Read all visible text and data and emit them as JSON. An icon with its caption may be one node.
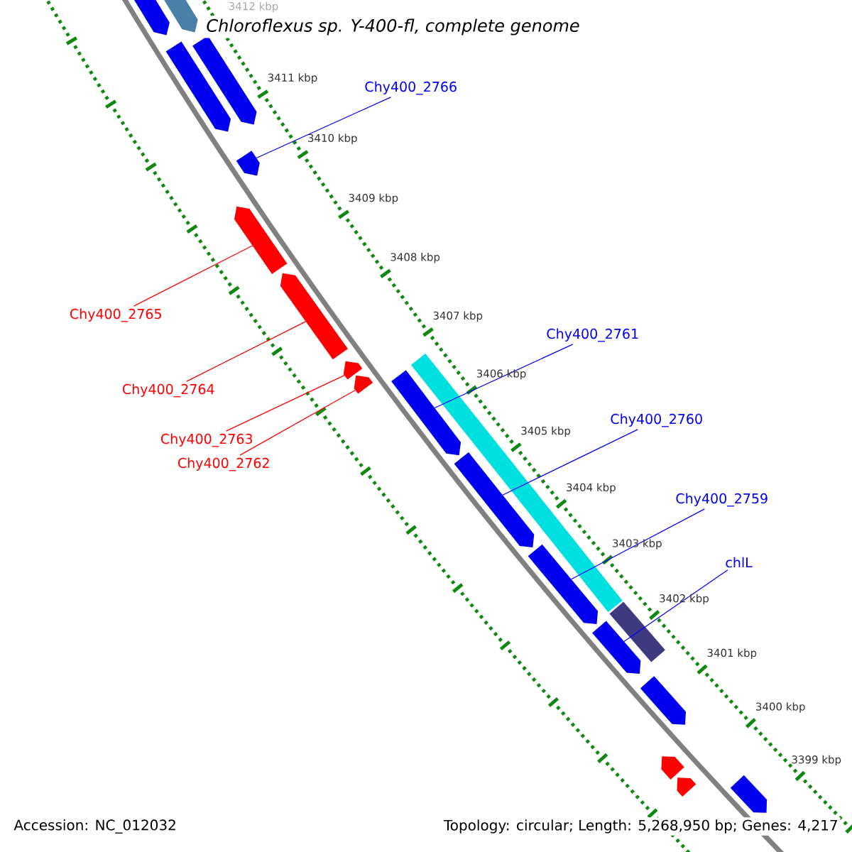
{
  "diagram": {
    "title": "Chloroflexus sp. Y-400-fl, complete genome",
    "nodes": [
      {
        "text": [
          "Chy400_2766"
        ]
      },
      {
        "text": [
          "Chy400_2765"
        ]
      },
      {
        "text": [
          "Chy400_2764"
        ]
      },
      {
        "text": [
          "Chy400_2763"
        ]
      },
      {
        "text": [
          "Chy400_2762"
        ]
      },
      {
        "text": [
          "Chy400_2761"
        ]
      },
      {
        "text": [
          "Chy400_2760"
        ]
      },
      {
        "text": [
          "Chy400_2759"
        ]
      },
      {
        "text": [
          "chlL"
        ]
      },
      {
        "text": [],
        "shape": "arrow"
      },
      {
        "text": [],
        "shape": "arrow"
      },
      {
        "text": [],
        "shape": "arrow"
      },
      {
        "text": [],
        "shape": "arrow"
      },
      {
        "text": [],
        "shape": "arrow"
      },
      {
        "text": [],
        "shape": "arrow"
      },
      {
        "text": [],
        "shape": "arrow"
      },
      {
        "text": [],
        "shape": "bar"
      },
      {
        "text": [],
        "shape": "arrow"
      },
      {
        "text": [],
        "shape": "arrow"
      },
      {
        "text": [],
        "shape": "arrow"
      },
      {
        "text": [],
        "shape": "arrow"
      },
      {
        "text": [],
        "shape": "arrow"
      },
      {
        "text": [],
        "shape": "bar"
      },
      {
        "text": [],
        "shape": "arrow"
      },
      {
        "text": [],
        "shape": "arrow"
      },
      {
        "text": [],
        "shape": "arrow"
      },
      {
        "text": [],
        "shape": "arrow"
      },
      {
        "text": [],
        "shape": "arrow"
      }
    ],
    "edges": [
      {
        "from": 0,
        "to": 13,
        "arrow": "none"
      },
      {
        "from": 1,
        "to": 14,
        "arrow": "none",
        "color": "#ff0000"
      },
      {
        "from": 2,
        "to": 15,
        "arrow": "none",
        "color": "#ff0000"
      },
      {
        "from": 3,
        "to": 17,
        "arrow": "none",
        "color": "#ff0000"
      },
      {
        "from": 4,
        "to": 19,
        "arrow": "none",
        "color": "#ff0000"
      },
      {
        "from": 5,
        "to": 18,
        "arrow": "none"
      },
      {
        "from": 6,
        "to": 20,
        "arrow": "none"
      },
      {
        "from": 7,
        "to": 21,
        "arrow": "none"
      },
      {
        "from": 8,
        "to": 23,
        "arrow": "none"
      }
    ],
    "labels": [
      "3412 kbp",
      "3411 kbp",
      "3410 kbp",
      "3409 kbp",
      "3408 kbp",
      "3407 kbp",
      "3406 kbp",
      "3405 kbp",
      "3404 kbp",
      "3403 kbp",
      "3402 kbp",
      "3401 kbp",
      "3400 kbp",
      "3399 kbp",
      "Accession: NC_012032",
      "Topology: circular; Length: 5,268,950 bp; Genes: 4,217"
    ]
  }
}
